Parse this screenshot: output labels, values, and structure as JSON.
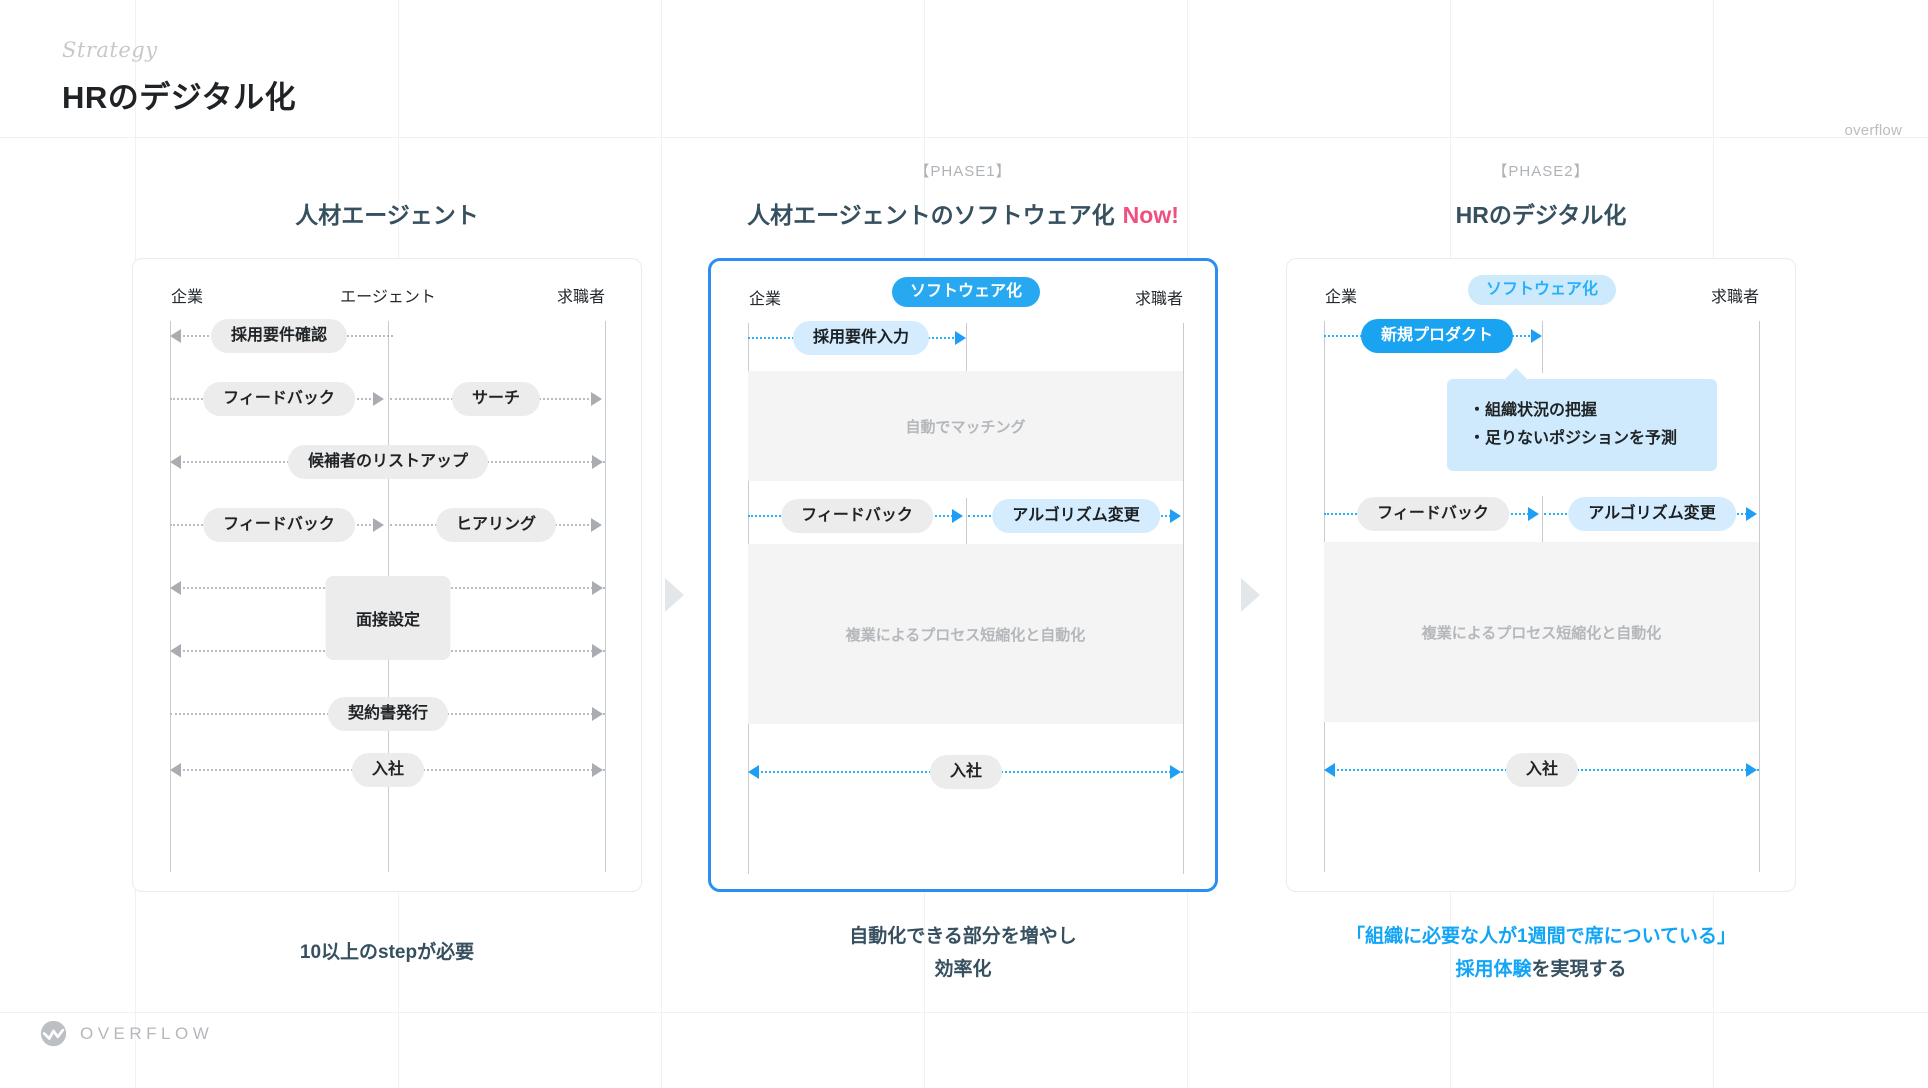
{
  "header": {
    "eyebrow": "Strategy",
    "title": "HRのデジタル化",
    "corner_brand": "overflow"
  },
  "brand": {
    "logo_word": "OVERFLOW",
    "accent_blue": "#29a8f2",
    "accent_pink": "#f0507e",
    "title_navy": "#37505f",
    "chip_gray": "#ececec",
    "panel_gray": "#f4f4f4",
    "callout_blue": "#cfeafc"
  },
  "columns": [
    {
      "phase": "",
      "title": "人材エージェント",
      "now": "",
      "focused": false,
      "lanes": [
        {
          "label": "企業",
          "style": "plain"
        },
        {
          "label": "エージェント",
          "style": "plain"
        },
        {
          "label": "求職者",
          "style": "plain"
        }
      ],
      "rows": [
        {
          "type": "chip",
          "label": "採用要件確認",
          "style": "gray",
          "span": "left",
          "arrow": "left"
        },
        {
          "type": "chip2",
          "label_a": "フィードバック",
          "label_b": "サーチ",
          "style": "gray",
          "arrow": "right"
        },
        {
          "type": "chip",
          "label": "候補者のリストアップ",
          "style": "gray",
          "span": "full",
          "arrow": "both-left"
        },
        {
          "type": "chip2",
          "label_a": "フィードバック",
          "label_b": "ヒアリング",
          "style": "gray",
          "arrow": "right"
        },
        {
          "type": "box",
          "label": "面接設定",
          "arrow": "both"
        },
        {
          "type": "chip",
          "label": "契約書発行",
          "style": "gray",
          "span": "full",
          "arrow": "right"
        },
        {
          "type": "chip",
          "label": "入社",
          "style": "gray",
          "span": "full",
          "arrow": "both"
        }
      ],
      "footer_parts": [
        {
          "text": "10以上のstepが必要",
          "highlight": false
        }
      ]
    },
    {
      "phase": "【PHASE1】",
      "title": "人材エージェントのソフトウェア化",
      "now": "Now!",
      "focused": true,
      "lanes": [
        {
          "label": "企業",
          "style": "plain"
        },
        {
          "label": "ソフトウェア化",
          "style": "solid"
        },
        {
          "label": "求職者",
          "style": "plain"
        }
      ],
      "rows": [
        {
          "type": "chip",
          "label": "採用要件入力",
          "style": "softblue",
          "arrow": "right"
        },
        {
          "type": "panel",
          "label": "自動でマッチング"
        },
        {
          "type": "chip2",
          "label_a": "フィードバック",
          "label_b": "アルゴリズム変更",
          "arrow": "right"
        },
        {
          "type": "panel",
          "label": "複業によるプロセス短縮化と自動化"
        },
        {
          "type": "chip",
          "label": "入社",
          "style": "gray",
          "arrow": "both"
        }
      ],
      "footer_parts": [
        {
          "text": "自動化できる部分を増やし",
          "highlight": false
        },
        {
          "text": "効率化",
          "highlight": false
        }
      ]
    },
    {
      "phase": "【PHASE2】",
      "title": "HRのデジタル化",
      "now": "",
      "focused": false,
      "lanes": [
        {
          "label": "企業",
          "style": "plain"
        },
        {
          "label": "ソフトウェア化",
          "style": "soft"
        },
        {
          "label": "求職者",
          "style": "plain"
        }
      ],
      "rows": [
        {
          "type": "chip",
          "label": "新規プロダクト",
          "style": "solidblue",
          "arrow": "right"
        },
        {
          "type": "callout",
          "lines": [
            "・組織状況の把握",
            "・足りないポジションを予測"
          ]
        },
        {
          "type": "chip2",
          "label_a": "フィードバック",
          "label_b": "アルゴリズム変更",
          "arrow": "right"
        },
        {
          "type": "panel",
          "label": "複業によるプロセス短縮化と自動化"
        },
        {
          "type": "chip",
          "label": "入社",
          "style": "gray",
          "arrow": "both"
        }
      ],
      "footer_parts": [
        {
          "text": "「組織に必要な人が1週間で席についている」",
          "highlight": true
        },
        {
          "text": "採用体験を実現する",
          "highlight": "partial"
        }
      ]
    }
  ],
  "labels": {
    "col1_footer": "10以上のstepが必要",
    "col2_footer_line1": "自動化できる部分を増やし",
    "col2_footer_line2": "効率化",
    "col3_footer_line1": "「組織に必要な人が1週間で席についている」",
    "col3_footer_line2_hl": "採用体験",
    "col3_footer_line2_rest": "を実現する"
  }
}
